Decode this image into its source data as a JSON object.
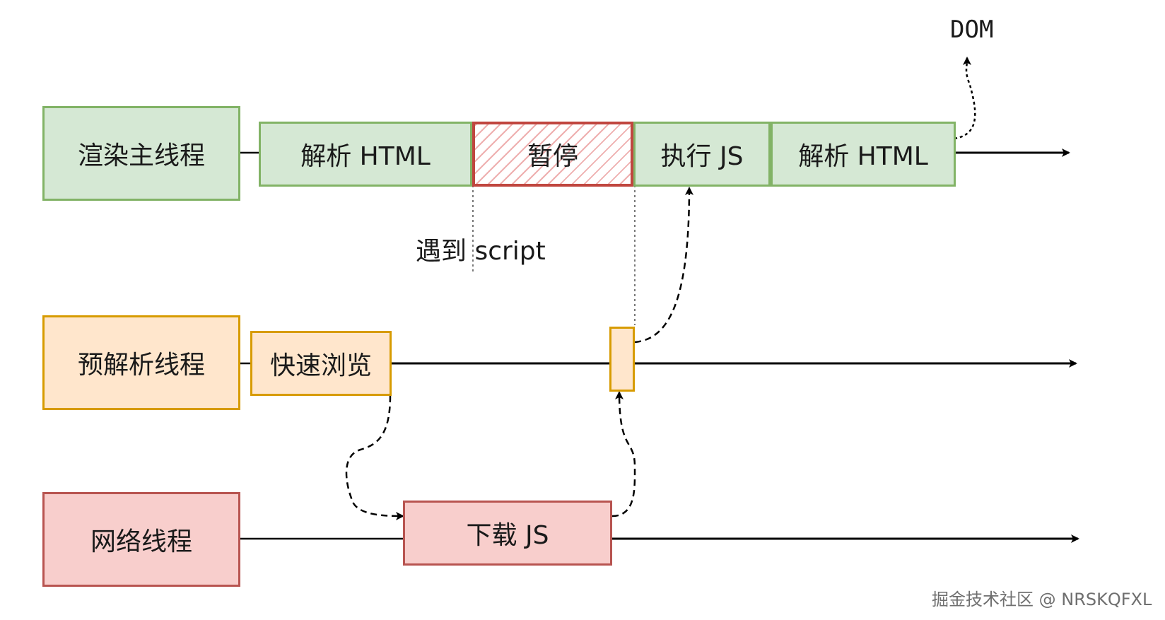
{
  "threads": {
    "render": "渲染主线程",
    "preparse": "预解析线程",
    "network": "网络线程"
  },
  "steps": {
    "parse_html_1": "解析 HTML",
    "pause": "暂停",
    "exec_js": "执行 JS",
    "parse_html_2": "解析 HTML",
    "fast_browse": "快速浏览",
    "download_js": "下载 JS"
  },
  "annotations": {
    "encounter_script": "遇到 script",
    "dom": "DOM"
  },
  "watermark": "掘金技术社区 @ NRSKQFXL",
  "colors": {
    "render_fill": "#d5e8d4",
    "render_stroke": "#82b366",
    "preparse_fill": "#ffe6cc",
    "preparse_stroke": "#d79b00",
    "network_fill": "#f8cecc",
    "network_stroke": "#b85450",
    "pause_stroke": "#c0463f"
  }
}
